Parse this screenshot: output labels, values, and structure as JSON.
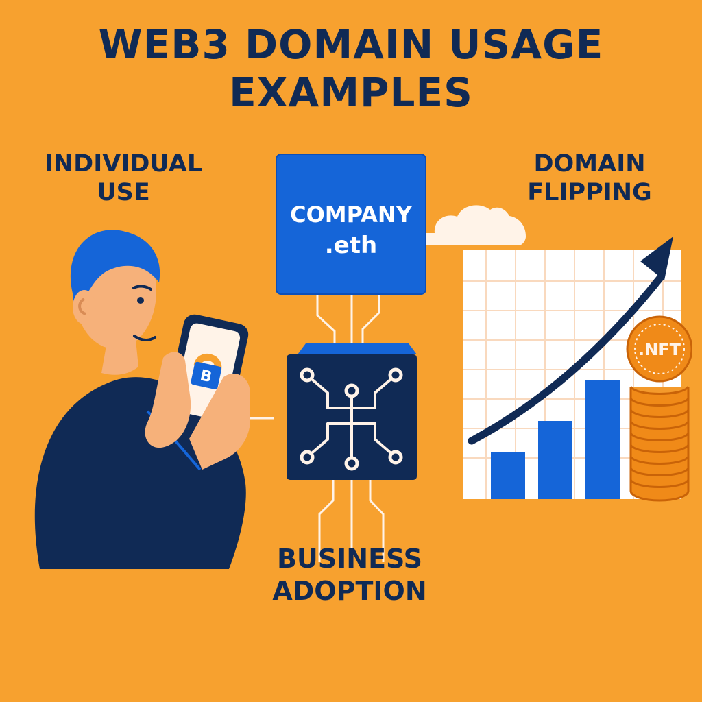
{
  "title_line1": "WEB3 DOMAIN USAGE",
  "title_line2": "EXAMPLES",
  "individual": {
    "label_line1": "INDIVIDUAL",
    "label_line2": "USE",
    "phone_badge": "B"
  },
  "flipping": {
    "label_line1": "DOMAIN",
    "label_line2": "FLIPPING",
    "coin_text": ".NFT"
  },
  "company": {
    "name": "COMPANY",
    "tld": ".eth"
  },
  "business": {
    "label_line1": "BUSINESS",
    "label_line2": "ADOPTION"
  },
  "colors": {
    "background": "#F7A12F",
    "navy": "#102A55",
    "blue": "#1565D8",
    "coin": "#F08A18"
  },
  "icons": [
    "person-icon",
    "phone-icon",
    "cloud-icon",
    "network-node-icon",
    "trend-arrow-icon",
    "nft-coin-stack-icon"
  ]
}
